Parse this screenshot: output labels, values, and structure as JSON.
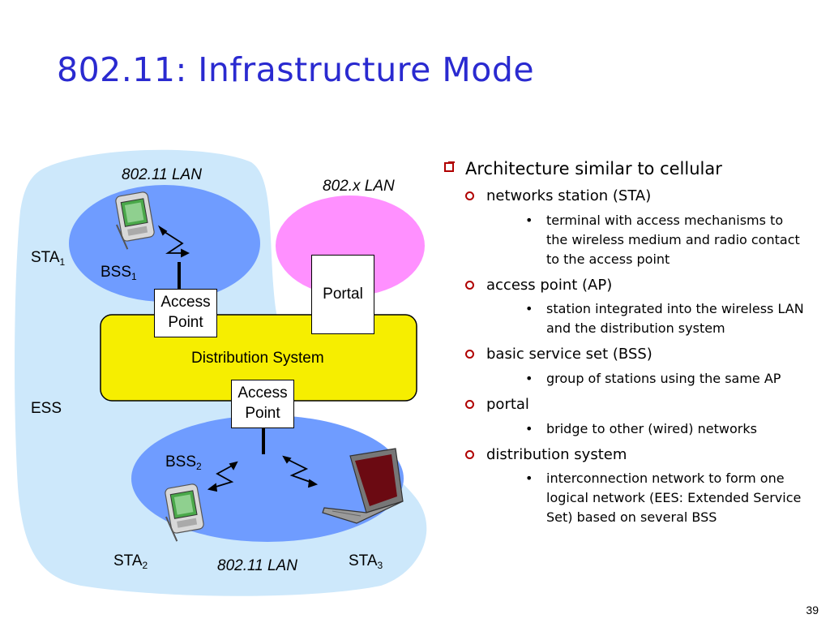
{
  "slide": {
    "title": "802.11: Infrastructure Mode",
    "page_number": "39"
  },
  "diagram": {
    "lan_top": "802.11 LAN",
    "lan_x": "802.x LAN",
    "lan_bottom": "802.11 LAN",
    "sta1": "STA",
    "sta1_sub": "1",
    "bss1": "BSS",
    "bss1_sub": "1",
    "sta2": "STA",
    "sta2_sub": "2",
    "bss2": "BSS",
    "bss2_sub": "2",
    "sta3": "STA",
    "sta3_sub": "3",
    "ess": "ESS",
    "ap_top_line1": "Access",
    "ap_top_line2": "Point",
    "ap_bottom_line1": "Access",
    "ap_bottom_line2": "Point",
    "portal": "Portal",
    "distribution_system": "Distribution System",
    "colors": {
      "ess_fill": "#cde8fb",
      "bss_fill": "#6f9cff",
      "lan_x_fill": "#ff90ff",
      "distribution_fill": "#f6ee00",
      "title_color": "#2a2ad0",
      "bullet_color": "#b00000"
    }
  },
  "bullets": [
    {
      "text": "Architecture similar to cellular",
      "children": [
        {
          "text": "networks station (STA)",
          "children": [
            "terminal with access mechanisms to the wireless medium and radio contact to the access point"
          ]
        },
        {
          "text": "access point (AP)",
          "children": [
            "station integrated into the wireless LAN and the distribution system"
          ]
        },
        {
          "text": "basic service set (BSS)",
          "children": [
            "group of stations using the same AP"
          ]
        },
        {
          "text": "portal",
          "children": [
            "bridge to other (wired) networks"
          ]
        },
        {
          "text": "distribution system",
          "children": [
            "interconnection network to form one logical network (EES: Extended Service Set) based on several BSS"
          ]
        }
      ]
    }
  ]
}
